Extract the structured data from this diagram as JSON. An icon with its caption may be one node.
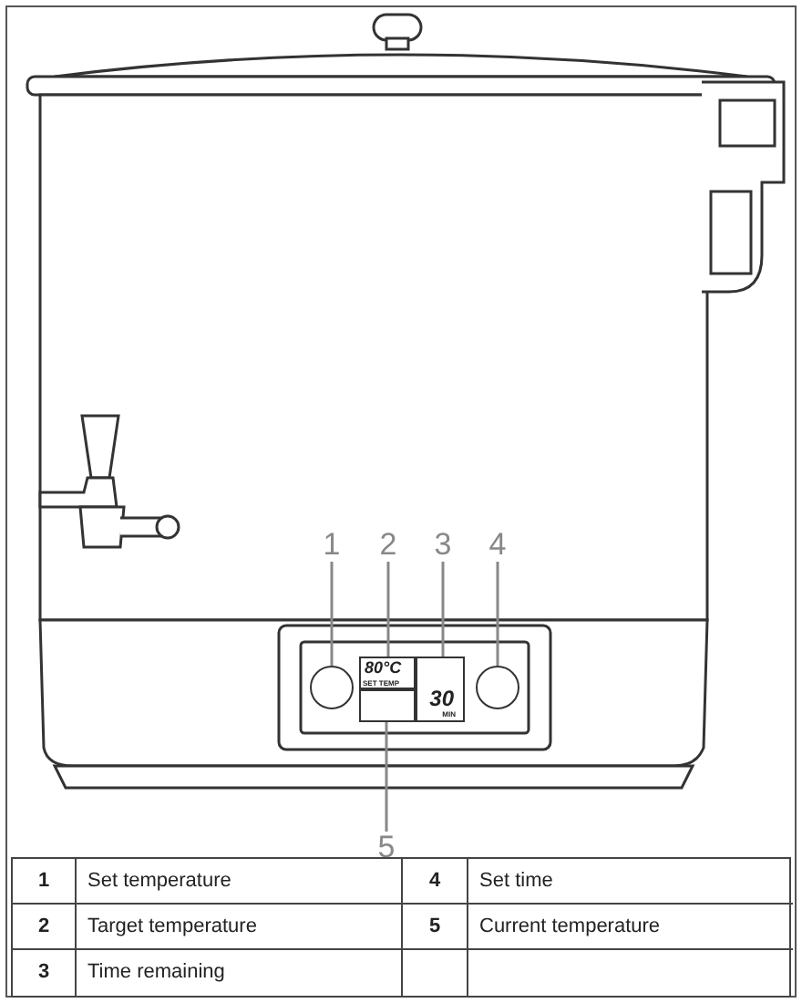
{
  "diagram": {
    "nodes": [
      {
        "text": [
          "1"
        ]
      },
      {
        "text": [
          "2"
        ]
      },
      {
        "text": [
          "3"
        ]
      },
      {
        "text": [
          "4"
        ]
      },
      {
        "text": [
          "5"
        ]
      },
      {
        "text": [],
        "shape": "circle"
      },
      {
        "text": [
          "80°C",
          "SET TEMP"
        ]
      },
      {
        "text": [
          "30",
          "MIN"
        ]
      },
      {
        "text": [],
        "shape": "box"
      },
      {
        "text": [],
        "shape": "circle"
      }
    ],
    "edges": [
      {
        "from": 0,
        "to": 5,
        "arrow": "none"
      },
      {
        "from": 1,
        "to": 6,
        "arrow": "none"
      },
      {
        "from": 2,
        "to": 7,
        "arrow": "none"
      },
      {
        "from": 3,
        "to": 9,
        "arrow": "none"
      },
      {
        "from": 4,
        "to": 8,
        "arrow": "none"
      }
    ],
    "labels": [
      "1",
      "Set temperature",
      "4",
      "Set time",
      "2",
      "Target temperature",
      "5",
      "Current temperature",
      "3",
      "Time remaining"
    ]
  }
}
